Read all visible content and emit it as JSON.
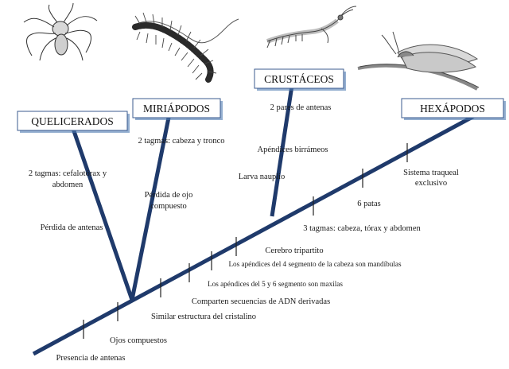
{
  "colors": {
    "branch": "#1f3a6b",
    "box_fill": "#ffffff",
    "box_border": "#3b5b8f",
    "box_shadow": "#4d79b0"
  },
  "groups": {
    "quelicerados": "QUELICERADOS",
    "miriapodos": "MIRIÁPODOS",
    "crustaceos": "CRUSTÁCEOS",
    "hexapodos": "HEXÁPODOS"
  },
  "illustrations": {
    "quelicerados": "whip-spider-drawing",
    "miriapodos": "centipede-drawing",
    "crustaceos": "mantis-shrimp-drawing",
    "hexapodos": "lacewing-insect-drawing"
  },
  "branch_labels": {
    "quel_1a": "2 tagmas: cefalotórax y",
    "quel_1b": "abdomen",
    "quel_2": "Pérdida de antenas",
    "miri_1": "2 tagmas: cabeza y tronco",
    "miri_2a": "Pérdida de ojo",
    "miri_2b": "compuesto",
    "crus_1": "2 pares de antenas",
    "crus_2": "Apéndices birrámeos",
    "crus_3": "Larva nauplio",
    "hexa_1a": "Sistema traqueal",
    "hexa_1b": "exclusivo",
    "hexa_2": "6 patas",
    "hexa_3": "3 tagmas: cabeza, tórax y abdomen"
  },
  "trunk_labels": {
    "t1": "Presencia de antenas",
    "t2": "Ojos compuestos",
    "t3": "Similar estructura del cristalino",
    "t4": "Comparten secuencias de ADN derivadas",
    "t5": "Los apéndices del 5 y 6 segmento son maxilas",
    "t6": "Los apéndices del 4 segmento de la cabeza son mandíbulas",
    "t7": "Cerebro tripartito"
  }
}
